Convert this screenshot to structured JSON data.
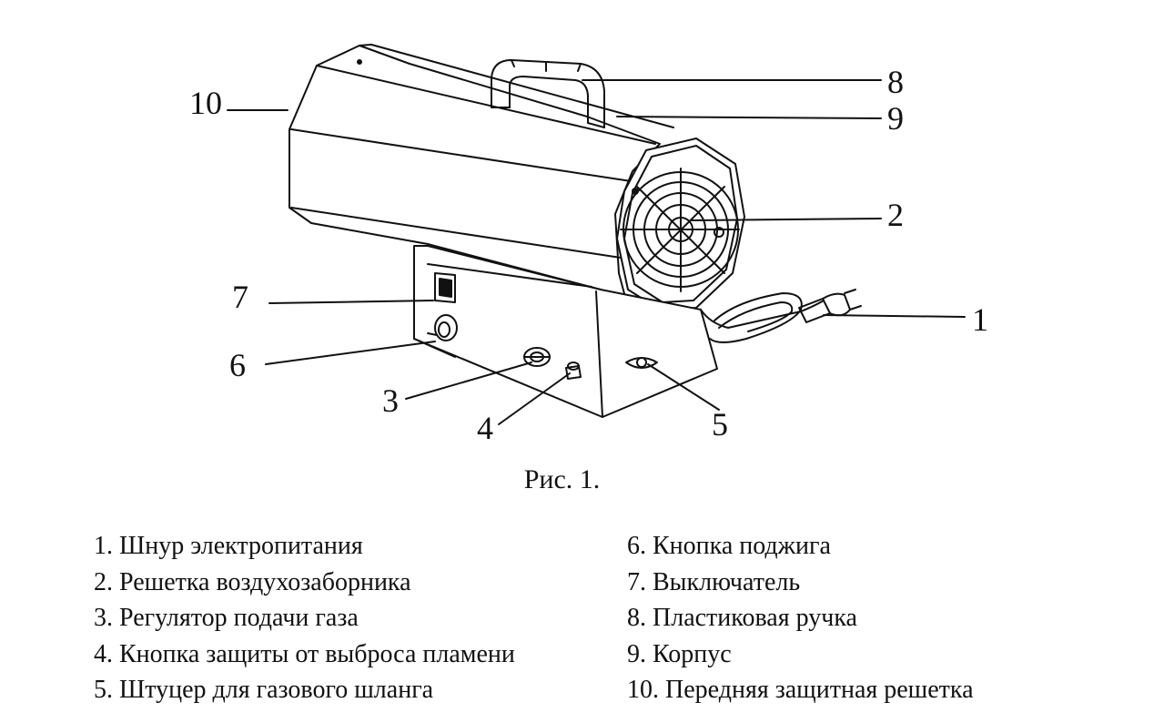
{
  "figure": {
    "callouts": [
      "1",
      "2",
      "3",
      "4",
      "5",
      "6",
      "7",
      "8",
      "9",
      "10"
    ],
    "caption": "Рис. 1."
  },
  "legend": {
    "left": [
      "1. Шнур электропитания",
      "2. Решетка воздухозаборника",
      "3. Регулятор подачи газа",
      "4. Кнопка защиты от выброса пламени",
      "5. Штуцер для газового шланга"
    ],
    "right": [
      "6. Кнопка поджига",
      "7. Выключатель",
      "8. Пластиковая ручка",
      "9. Корпус",
      "10. Передняя защитная решетка"
    ]
  }
}
